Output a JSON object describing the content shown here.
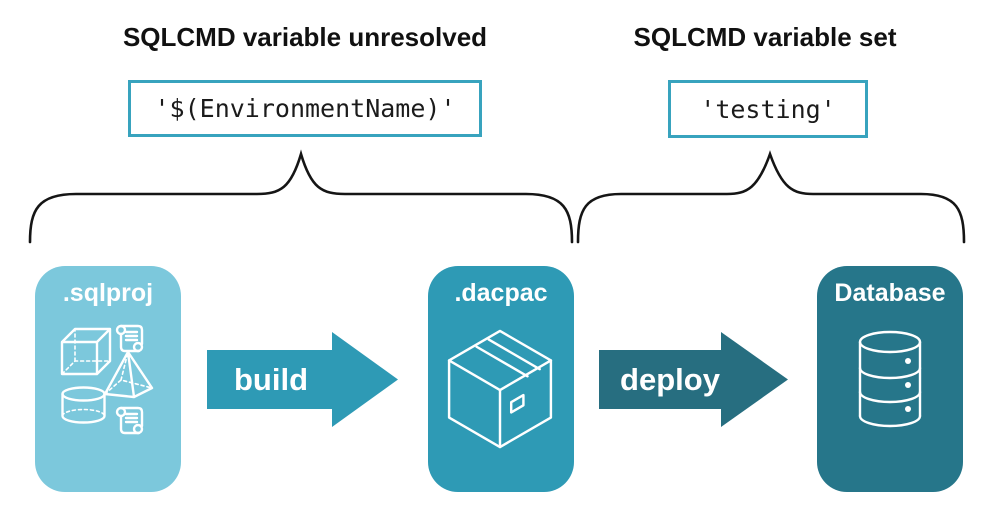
{
  "sections": {
    "unresolved": {
      "heading": "SQLCMD variable unresolved",
      "code": "'$(EnvironmentName)'"
    },
    "set": {
      "heading": "SQLCMD variable set",
      "code": "'testing'"
    }
  },
  "pipeline": {
    "nodes": [
      {
        "id": "sqlproj",
        "label": ".sqlproj",
        "color": "#7CC8DC",
        "icons": [
          "cube-icon",
          "scroll-icon",
          "pyramid-icon",
          "cylinder-icon",
          "scroll-icon"
        ]
      },
      {
        "id": "dacpac",
        "label": ".dacpac",
        "color": "#2E9AB5",
        "icons": [
          "package-icon"
        ]
      },
      {
        "id": "database",
        "label": "Database",
        "color": "#26768A",
        "icons": [
          "database-icon"
        ]
      }
    ],
    "arrows": [
      {
        "label": "build",
        "color": "#2E9AB5"
      },
      {
        "label": "deploy",
        "color": "#276E80"
      }
    ]
  },
  "colors": {
    "background": "#FFFFFF",
    "code_box_border": "#38A3BE",
    "brace": "#151515",
    "heading_text": "#111111",
    "code_text": "#1B1B1B",
    "icon_stroke": "#FFFFFF"
  }
}
